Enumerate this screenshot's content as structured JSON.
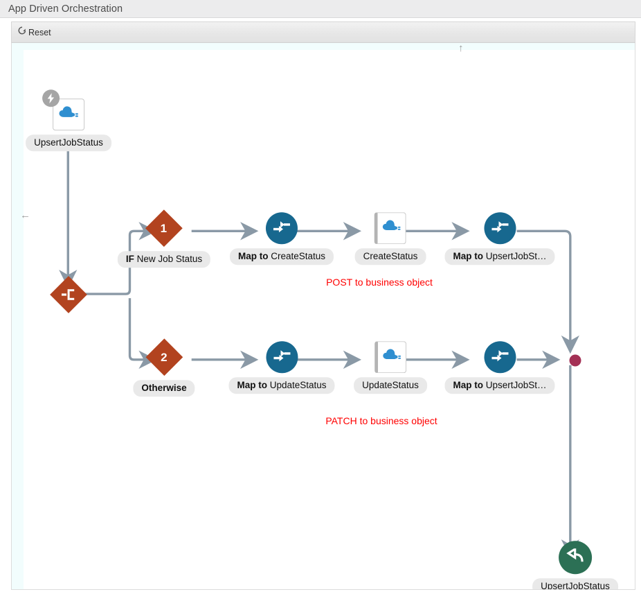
{
  "window": {
    "title": "App Driven Orchestration"
  },
  "toolbar": {
    "reset_label": "Reset",
    "reset_icon": "refresh-icon"
  },
  "canvas": {
    "scroll_up_icon": "↑",
    "scroll_left_icon": "←"
  },
  "colors": {
    "connector_blue": "#2f8fd0",
    "map_node_blue": "#17688f",
    "diamond_orange": "#b2431f",
    "end_node_green": "#2c7055",
    "merge_dot": "#a33055",
    "edge_gray": "#8a99a6",
    "annotation_red": "#ff0000",
    "pill_gray": "#e9e9e9",
    "header_gray": "#ececed"
  },
  "flow": {
    "start": {
      "id": "start",
      "label": "UpsertJobStatus",
      "icon": "cloud-connector-icon",
      "badge_icon": "lightning-bolt-icon"
    },
    "branch": {
      "id": "branch",
      "icon": "branch-fork-icon",
      "label": ""
    },
    "merge": {
      "id": "merge",
      "icon": "merge-dot-icon"
    },
    "end": {
      "id": "end",
      "label": "UpsertJobStatus",
      "icon": "return-arrow-icon"
    },
    "branches": [
      {
        "id": "branch-1",
        "number": "1",
        "condition_prefix": "IF",
        "condition_text": "New Job Status",
        "annotation": "POST to business object",
        "steps": [
          {
            "id": "map-create",
            "kind": "map",
            "prefix": "Map to",
            "name": "CreateStatus",
            "icon": "map-arrows-icon"
          },
          {
            "id": "create-status",
            "kind": "connector",
            "prefix": "",
            "name": "CreateStatus",
            "icon": "cloud-connector-icon"
          },
          {
            "id": "map-upsert-1",
            "kind": "map",
            "prefix": "Map to",
            "name": "UpsertJobSt…",
            "icon": "map-arrows-icon"
          }
        ]
      },
      {
        "id": "branch-2",
        "number": "2",
        "condition_prefix": "Otherwise",
        "condition_text": "",
        "annotation": "PATCH to business object",
        "steps": [
          {
            "id": "map-update",
            "kind": "map",
            "prefix": "Map to",
            "name": "UpdateStatus",
            "icon": "map-arrows-icon"
          },
          {
            "id": "update-status",
            "kind": "connector",
            "prefix": "",
            "name": "UpdateStatus",
            "icon": "cloud-connector-icon"
          },
          {
            "id": "map-upsert-2",
            "kind": "map",
            "prefix": "Map to",
            "name": "UpsertJobSt…",
            "icon": "map-arrows-icon"
          }
        ]
      }
    ]
  }
}
